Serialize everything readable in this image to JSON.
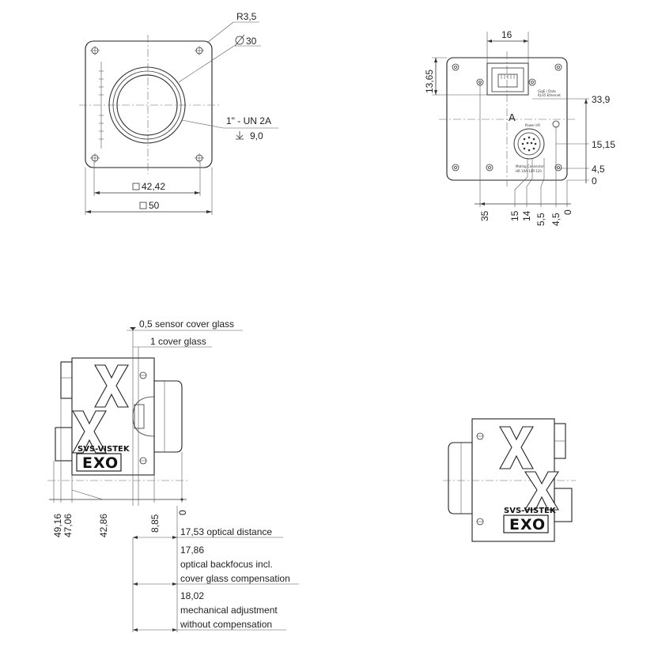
{
  "front_view": {
    "corner_radius_label": "R3,5",
    "diameter_label": "30",
    "thread_label": "1\" - UN 2A",
    "thread_depth_label": "9,0",
    "inner_square_label": "42,42",
    "outer_square_label": "50"
  },
  "back_view": {
    "top_width_label": "16",
    "top_height_label": "13,65",
    "right_dims": [
      "33,9",
      "15,15",
      "4,5",
      "0"
    ],
    "bottom_dims": [
      "35",
      "15",
      "14",
      "5,5",
      "4,5",
      "0"
    ],
    "marker_label": "A",
    "ethernet_text_1": "GigE / Data",
    "ethernet_text_2": "RJ-45 Ethernet",
    "power_text": "Power I/O",
    "connector_text_1": "Mating Connector:",
    "connector_text_2": "HR 10A-10P-12S"
  },
  "side_view": {
    "sensor_cover_label": "0,5 sensor cover glass",
    "cover_glass_label": "1 cover glass",
    "bottom_dims": [
      "49,16",
      "47,06",
      "42,86",
      "8,85",
      "0"
    ],
    "optical_distance_label": "17,53 optical distance",
    "backfocus_value": "17,86",
    "backfocus_line1": "optical backfocus incl.",
    "backfocus_line2": "cover glass compensation",
    "mechanical_value": "18,02",
    "mechanical_line1": "mechanical adjustment",
    "mechanical_line2": "without compensation",
    "brand_name": "SVS-VISTEK",
    "brand_logo": "EXO"
  },
  "second_side_view": {
    "brand_name": "SVS-VISTEK",
    "brand_logo": "EXO"
  }
}
